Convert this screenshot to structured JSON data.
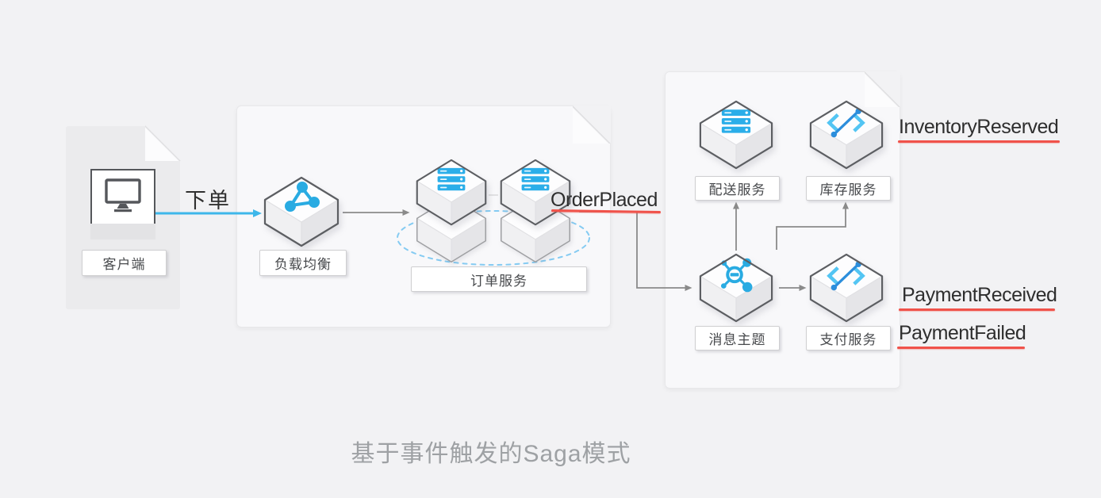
{
  "caption": "基于事件触发的Saga模式",
  "nodes": {
    "client": {
      "label": "客户端",
      "icon": "monitor-icon"
    },
    "load_balancer": {
      "label": "负载均衡",
      "icon": "share-nodes-icon"
    },
    "order_service": {
      "label": "订单服务",
      "icon": "server-stack-icon",
      "instances": 2
    },
    "delivery_service": {
      "label": "配送服务",
      "icon": "server-stack-icon"
    },
    "inventory_service": {
      "label": "库存服务",
      "icon": "api-code-icon"
    },
    "message_topic": {
      "label": "消息主题",
      "icon": "topic-hub-icon"
    },
    "payment_service": {
      "label": "支付服务",
      "icon": "api-code-icon"
    }
  },
  "events": {
    "place_order": "下单",
    "order_placed": "OrderPlaced",
    "inventory_reserved": "InventoryReserved",
    "payment_received": "PaymentReceived",
    "payment_failed": "PaymentFailed"
  },
  "colors": {
    "accent_blue": "#29ABE2",
    "flow_arrow_blue": "#3EB7EA",
    "connector_gray": "#8A8A8A",
    "underline_red": "#F0524A",
    "caption_gray": "#9EA1A4"
  }
}
